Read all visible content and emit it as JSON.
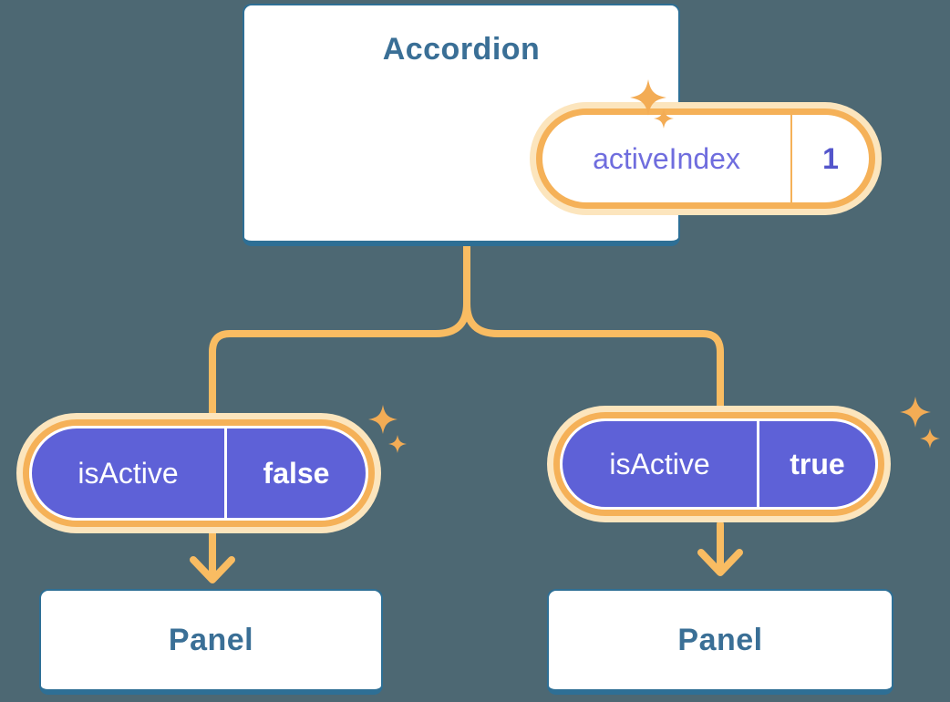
{
  "diagram": {
    "root": {
      "title": "Accordion",
      "state": {
        "label": "activeIndex",
        "value": "1"
      }
    },
    "children": [
      {
        "prop": {
          "label": "isActive",
          "value": "false"
        },
        "panel": {
          "title": "Panel"
        }
      },
      {
        "prop": {
          "label": "isActive",
          "value": "true"
        },
        "panel": {
          "title": "Panel"
        }
      }
    ]
  },
  "icons": {
    "sparkle": "✦"
  },
  "colors": {
    "background": "#4D6873",
    "connector_orange": "#F9BC62",
    "pill_border_orange": "#F5B158",
    "pill_halo": "#FCE5BD",
    "pill_purple": "#5E61D7",
    "heading_blue": "#3A6F96",
    "card_border_blue": "#2E6F95",
    "state_label_purple": "#6F6DDE",
    "state_value_purple": "#5355CB",
    "sparkle_orange": "#F3AC55",
    "card_white": "#FFFFFF"
  }
}
